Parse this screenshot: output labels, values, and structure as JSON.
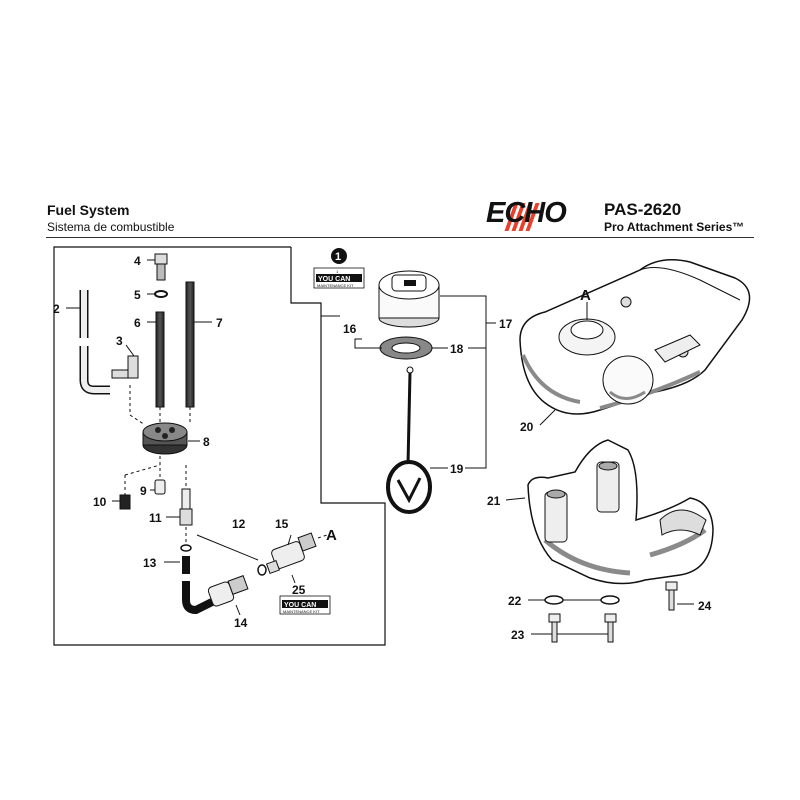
{
  "header": {
    "title": "Fuel System",
    "subtitle": "Sistema de combustible",
    "brand": "ECHO",
    "model": "PAS-2620",
    "series": "Pro Attachment Series™"
  },
  "callouts": {
    "c1": "1",
    "c2": "2",
    "c3": "3",
    "c4": "4",
    "c5": "5",
    "c6": "6",
    "c7": "7",
    "c8": "8",
    "c9": "9",
    "c10": "10",
    "c11": "11",
    "c12": "12",
    "c13": "13",
    "c14": "14",
    "c15": "15",
    "c16": "16",
    "c17": "17",
    "c18": "18",
    "c19": "19",
    "c20": "20",
    "c21": "21",
    "c22": "22",
    "c23": "23",
    "c24": "24",
    "c25": "25",
    "refA": "A"
  },
  "kit": {
    "top": "YOU",
    "mid": "CAN",
    "bottom": "MAINTENANCE KIT"
  },
  "colors": {
    "line": "#111111",
    "stripe": "#e8402a",
    "tank_fill": "#ffffff",
    "shadow": "#8a8a8a"
  }
}
